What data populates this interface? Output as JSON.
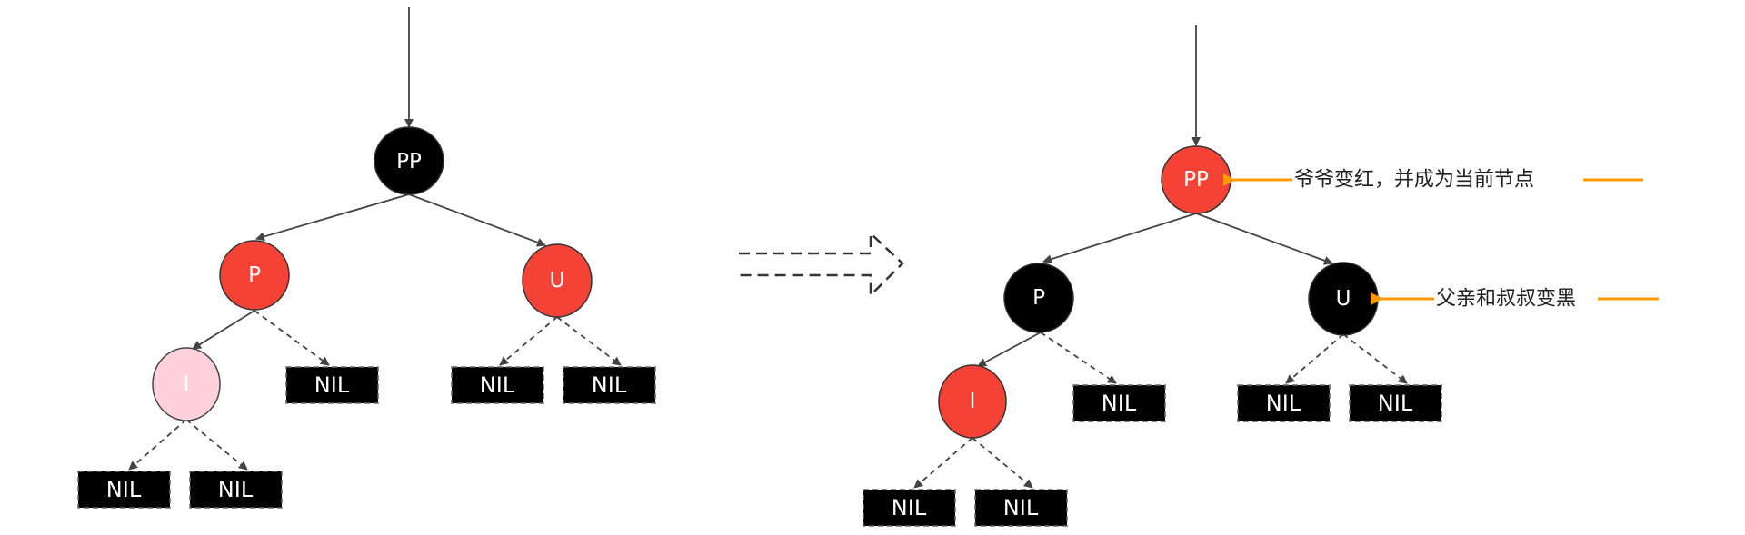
{
  "colors": {
    "red": "#f44336",
    "black": "#000000",
    "pink": "#ffd1dc",
    "orange": "#ff9900",
    "edge": "#444444"
  },
  "before": {
    "nodes": {
      "pp": {
        "label": "PP",
        "color": "black"
      },
      "p": {
        "label": "P",
        "color": "red"
      },
      "u": {
        "label": "U",
        "color": "red"
      },
      "i": {
        "label": "I",
        "color": "pink"
      }
    },
    "nil": [
      "NIL",
      "NIL",
      "NIL",
      "NIL",
      "NIL"
    ]
  },
  "after": {
    "nodes": {
      "pp": {
        "label": "PP",
        "color": "red"
      },
      "p": {
        "label": "P",
        "color": "black"
      },
      "u": {
        "label": "U",
        "color": "black"
      },
      "i": {
        "label": "I",
        "color": "red"
      }
    },
    "nil": [
      "NIL",
      "NIL",
      "NIL",
      "NIL",
      "NIL"
    ]
  },
  "annotations": {
    "grandparent": "爷爷变红，并成为当前节点",
    "parent_uncle": "父亲和叔叔变黑"
  }
}
